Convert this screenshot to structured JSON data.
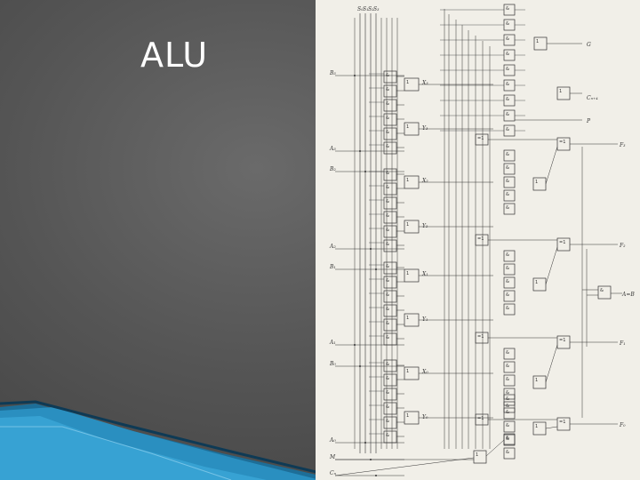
{
  "slide": {
    "title": "ALU",
    "colors": {
      "background": "#555555",
      "title": "#ffffff",
      "accent": "#2a8fc0",
      "paper": "#f1efe8",
      "ink": "#333333"
    }
  },
  "schematic": {
    "top_selects": [
      "S₀",
      "S₁",
      "S₂",
      "S₃"
    ],
    "left_inputs": [
      "B₃",
      "A₃",
      "B₂",
      "A₂",
      "B₁",
      "A₁",
      "B₀",
      "A₀",
      "M",
      "Cₙ"
    ],
    "right_outputs": [
      "G",
      "Cₙ₊₄",
      "P",
      "F₃",
      "F₂",
      "A=B",
      "F₁",
      "F₀"
    ],
    "stage_labels": [
      "X₃",
      "Y₃",
      "X₂",
      "Y₂",
      "X₁",
      "Y₁",
      "X₀",
      "Y₀"
    ],
    "gate_and_symbol": "&",
    "gate_or_symbol": "1",
    "gate_xor_symbol": "=1"
  }
}
